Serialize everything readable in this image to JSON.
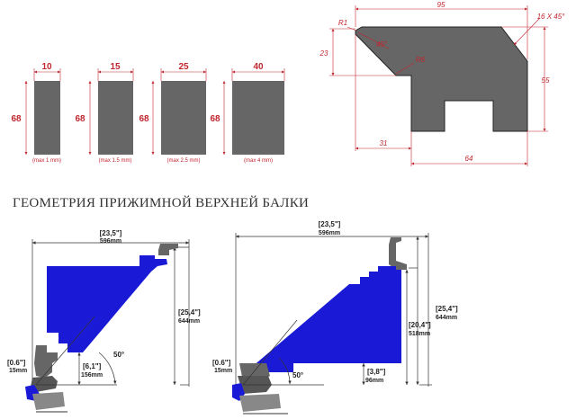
{
  "title": "ГЕОМЕТРИЯ ПРИЖИМНОЙ ВЕРХНЕЙ БАЛКИ",
  "colors": {
    "accent": "#c0262f",
    "beam": "#1a1ad6",
    "section": "#666666"
  },
  "sections": [
    {
      "width": "10",
      "height": "68",
      "note": "(max 1 mm)"
    },
    {
      "width": "15",
      "height": "68",
      "note": "(max 1.5 mm)"
    },
    {
      "width": "25",
      "height": "68",
      "note": "(max 2.5 mm)"
    },
    {
      "width": "40",
      "height": "68",
      "note": "(max 4 mm)"
    }
  ],
  "profile": {
    "width": "95",
    "height_left": "23",
    "height_right": "55",
    "radius_1": "R1",
    "radius_6": "R6",
    "angle": "45°",
    "chamfer": "16 X 45°",
    "offset": "31",
    "base": "64"
  },
  "left_beam": {
    "width_in": "[23,5\"]",
    "width_mm": "596mm",
    "height_in": "[25,4\"]",
    "height_mm": "644mm",
    "gap_in": "[6,1\"]",
    "gap_mm": "156mm",
    "angle": "50°",
    "tip_in": "[0.6\"]",
    "tip_mm": "15mm"
  },
  "right_beam": {
    "width_in": "[23,5\"]",
    "width_mm": "596mm",
    "height_in": "[25,4\"]",
    "height_mm": "644mm",
    "inner_in": "[20,4\"]",
    "inner_mm": "518mm",
    "gap_in": "[3,8\"]",
    "gap_mm": "96mm",
    "angle": "50°",
    "tip_in": "[0.6\"]",
    "tip_mm": "15mm"
  }
}
